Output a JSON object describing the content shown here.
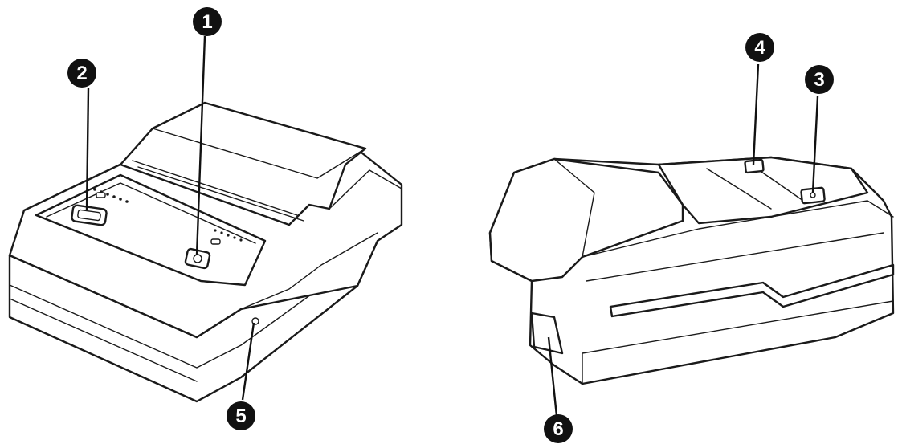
{
  "callouts": [
    {
      "id": "c1",
      "label": "1"
    },
    {
      "id": "c2",
      "label": "2"
    },
    {
      "id": "c3",
      "label": "3"
    },
    {
      "id": "c4",
      "label": "4"
    },
    {
      "id": "c5",
      "label": "5"
    },
    {
      "id": "c6",
      "label": "6"
    }
  ],
  "colors": {
    "line": "#1a1a1a",
    "callout_fill": "#111111",
    "callout_text": "#ffffff",
    "background": "#ffffff"
  }
}
